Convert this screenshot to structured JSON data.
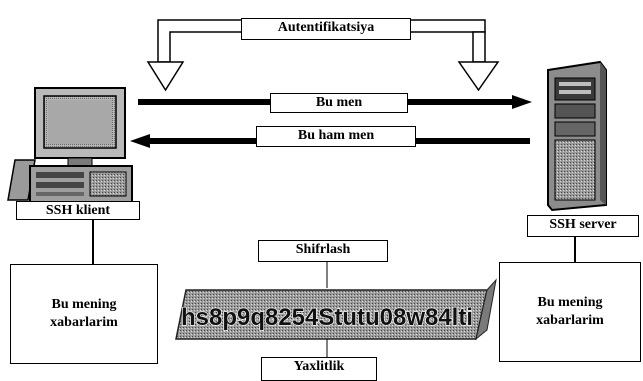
{
  "labels": {
    "auth": "Autentifikatsiya",
    "request": "Bu men",
    "response": "Bu ham men",
    "client": "SSH klient",
    "server": "SSH server",
    "encryption": "Shifrlash",
    "integrity": "Yaxlitlik"
  },
  "client_message": "Bu mening\nxabarlarim",
  "server_message": "Bu mening\nxabarlarim",
  "cipher_text": "hs8p9q8254Stutu08w84lti",
  "icons": [
    "computer-icon",
    "server-icon"
  ]
}
